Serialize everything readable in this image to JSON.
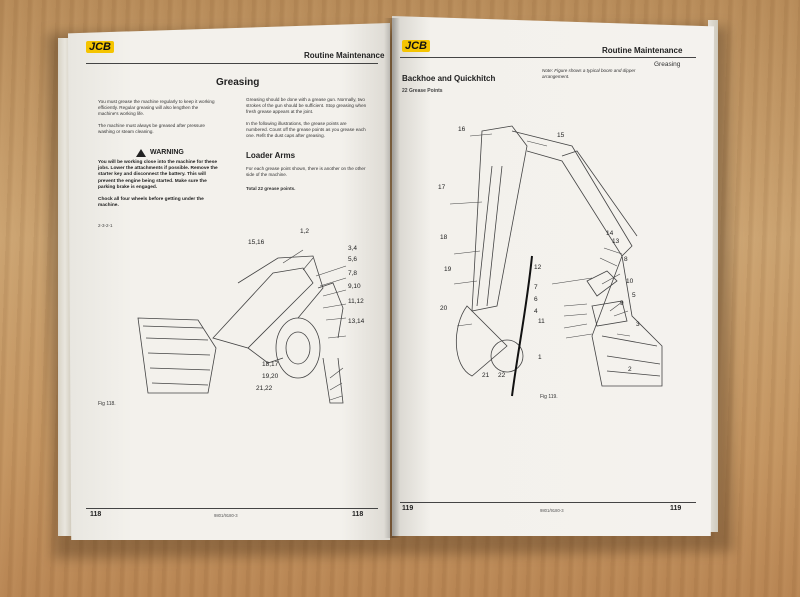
{
  "brand": {
    "logo_text": "JCB"
  },
  "left_page": {
    "header_title": "Routine Maintenance",
    "section_title": "Greasing",
    "intro": [
      "You must grease the machine regularly to keep it working",
      "efficiently. Regular greasing will also lengthen the",
      "machine's working life.",
      "",
      "The machine must always be greased after pressure",
      "washing or steam cleaning."
    ],
    "warning_title": "WARNING",
    "warning_lines": [
      "You will be working close into the machine for these",
      "jobs. Lower the attachments if possible. Remove the",
      "starter key and disconnect the battery. This will",
      "prevent the engine being started. Make sure the",
      "parking brake is engaged.",
      "",
      "Chock all four wheels before getting under the",
      "machine."
    ],
    "warning_code": "2-3-2-1",
    "right_col": [
      "Greasing should be done with a grease gun. Normally, two",
      "strokes of the gun should be sufficient. Stop greasing when",
      "fresh grease appears at the joint.",
      "",
      "In the following illustrations, the grease points are",
      "numbered. Count off the grease points as you grease each",
      "one. Refit the dust caps after greasing."
    ],
    "subheading": "Loader Arms",
    "loader_text": [
      "For each grease point shown, there is another on the other",
      "side of the machine."
    ],
    "total": "Total 22 grease points.",
    "callouts": [
      "15,16",
      "1,2",
      "3,4",
      "5,6",
      "7,8",
      "9,10",
      "11,12",
      "13,14",
      "18,17",
      "19,20",
      "21,22"
    ],
    "figure_caption": "Fig 118.",
    "page_number_left": "118",
    "page_number_right": "118",
    "footer_code": "9801/9180-3"
  },
  "right_page": {
    "header_title": "Routine Maintenance",
    "header_sub": "Greasing",
    "section_title": "Backhoe and Quickhitch",
    "grease_points": "22 Grease Points",
    "note": [
      "Note: Figure shows a typical boom and dipper",
      "arrangement."
    ],
    "callouts": [
      "16",
      "15",
      "17",
      "18",
      "19",
      "20",
      "14",
      "13",
      "12",
      "8",
      "7",
      "6",
      "4",
      "11",
      "10",
      "9",
      "5",
      "3",
      "1",
      "2",
      "21",
      "22"
    ],
    "figure_caption": "Fig 119.",
    "page_number_left": "119",
    "page_number_right": "119",
    "footer_code": "9801/9180-3"
  }
}
